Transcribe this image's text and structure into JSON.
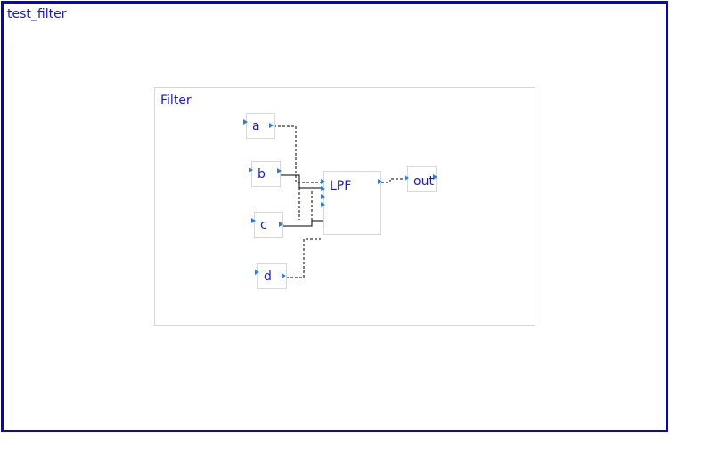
{
  "canvas": {
    "title": "test_filter"
  },
  "group": {
    "title": "Filter"
  },
  "blocks": {
    "a": {
      "label": "a"
    },
    "b": {
      "label": "b"
    },
    "c": {
      "label": "c"
    },
    "d": {
      "label": "d"
    },
    "lpf": {
      "label": "LPF"
    },
    "out": {
      "label": "out"
    }
  },
  "colors": {
    "frame": "#0000ee",
    "text": "#1a1ad0",
    "port": "#2a7fd4",
    "block_border": "#d8d8d8"
  }
}
